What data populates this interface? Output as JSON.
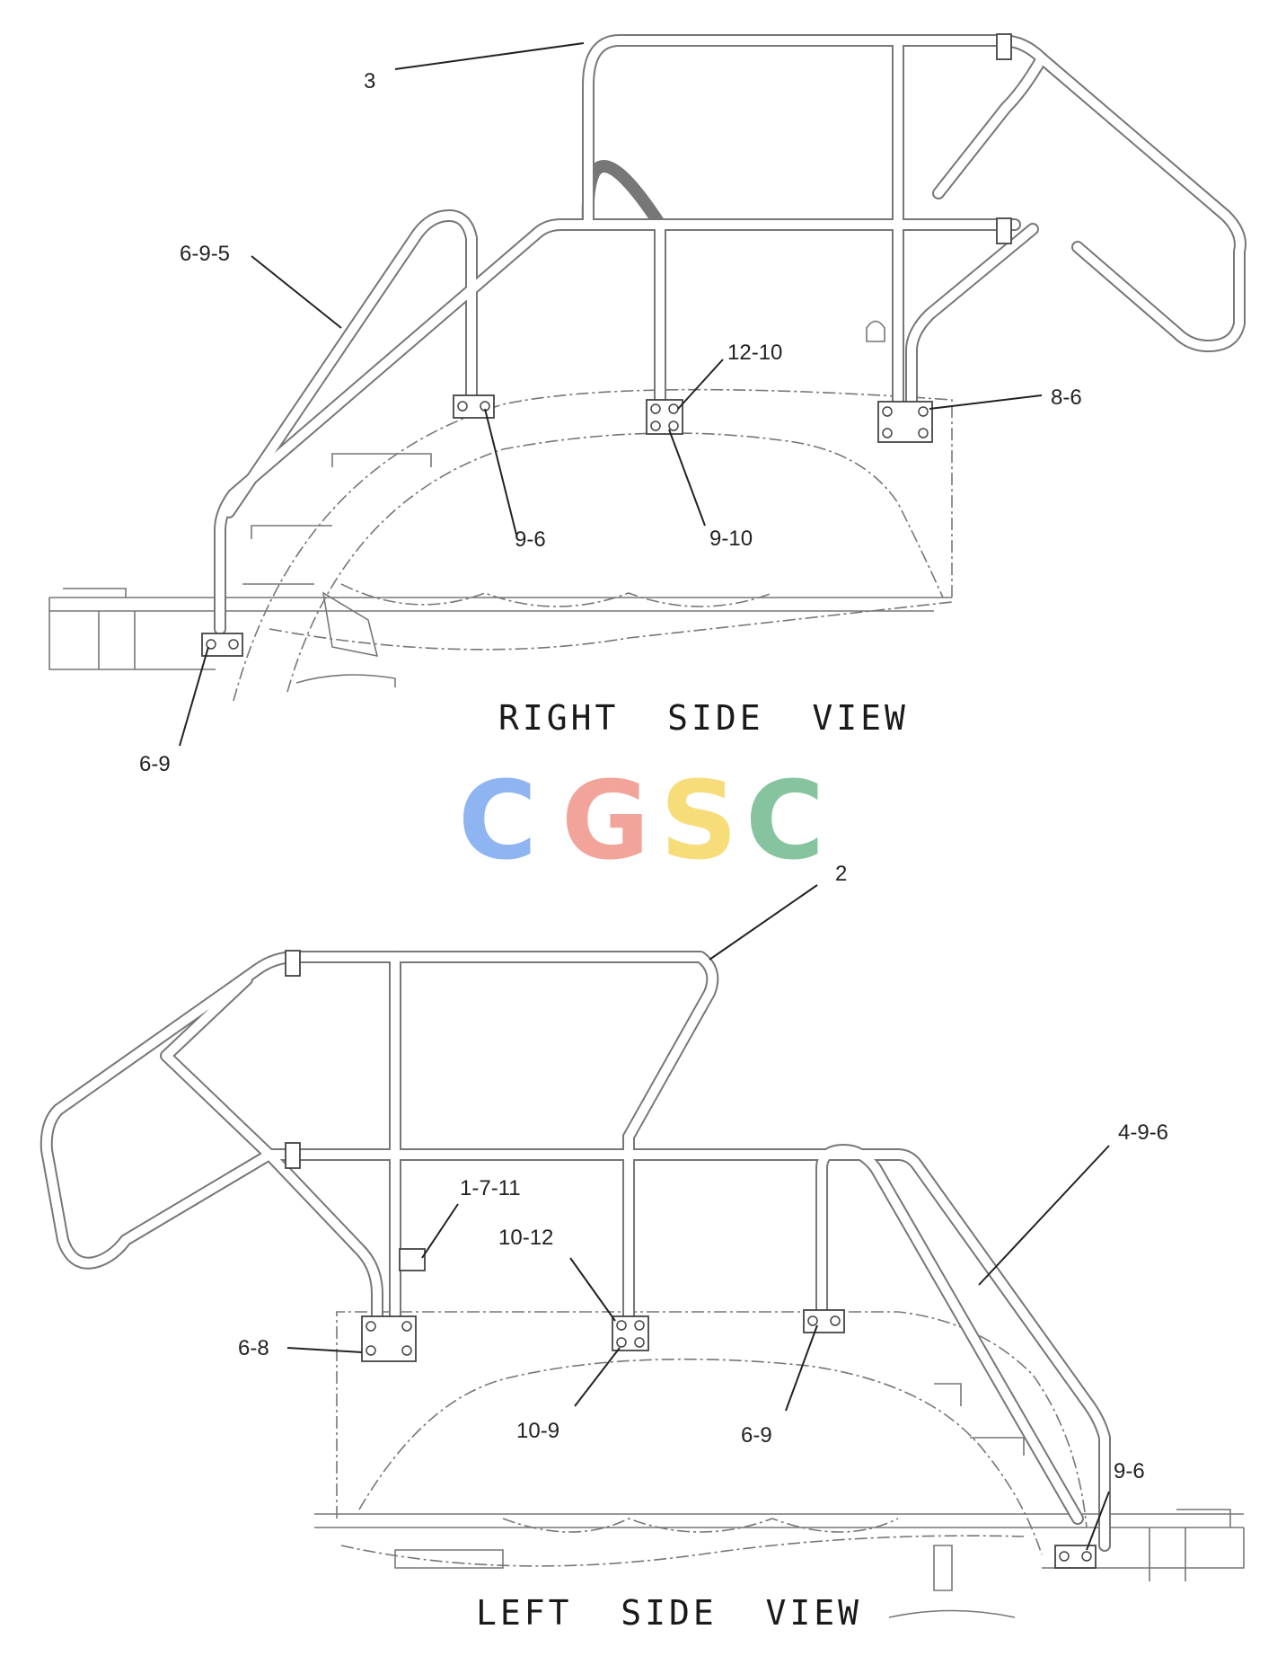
{
  "views": {
    "right": {
      "title": "RIGHT  SIDE  VIEW",
      "callouts": [
        "3",
        "6-9-5",
        "12-10",
        "8-6",
        "9-6",
        "9-10",
        "6-9"
      ]
    },
    "left": {
      "title": "LEFT  SIDE  VIEW",
      "callouts": [
        "2",
        "4-9-6",
        "1-7-11",
        "10-12",
        "6-8",
        "10-9",
        "6-9",
        "9-6"
      ]
    }
  },
  "watermark": {
    "letters": [
      "C",
      "G",
      "S",
      "C"
    ],
    "colors": [
      "#8fb4f2",
      "#f2a39a",
      "#f7dc7a",
      "#86c4a0"
    ]
  },
  "colors": {
    "line": "#6a6a6a",
    "text": "#222222",
    "background": "#ffffff"
  }
}
